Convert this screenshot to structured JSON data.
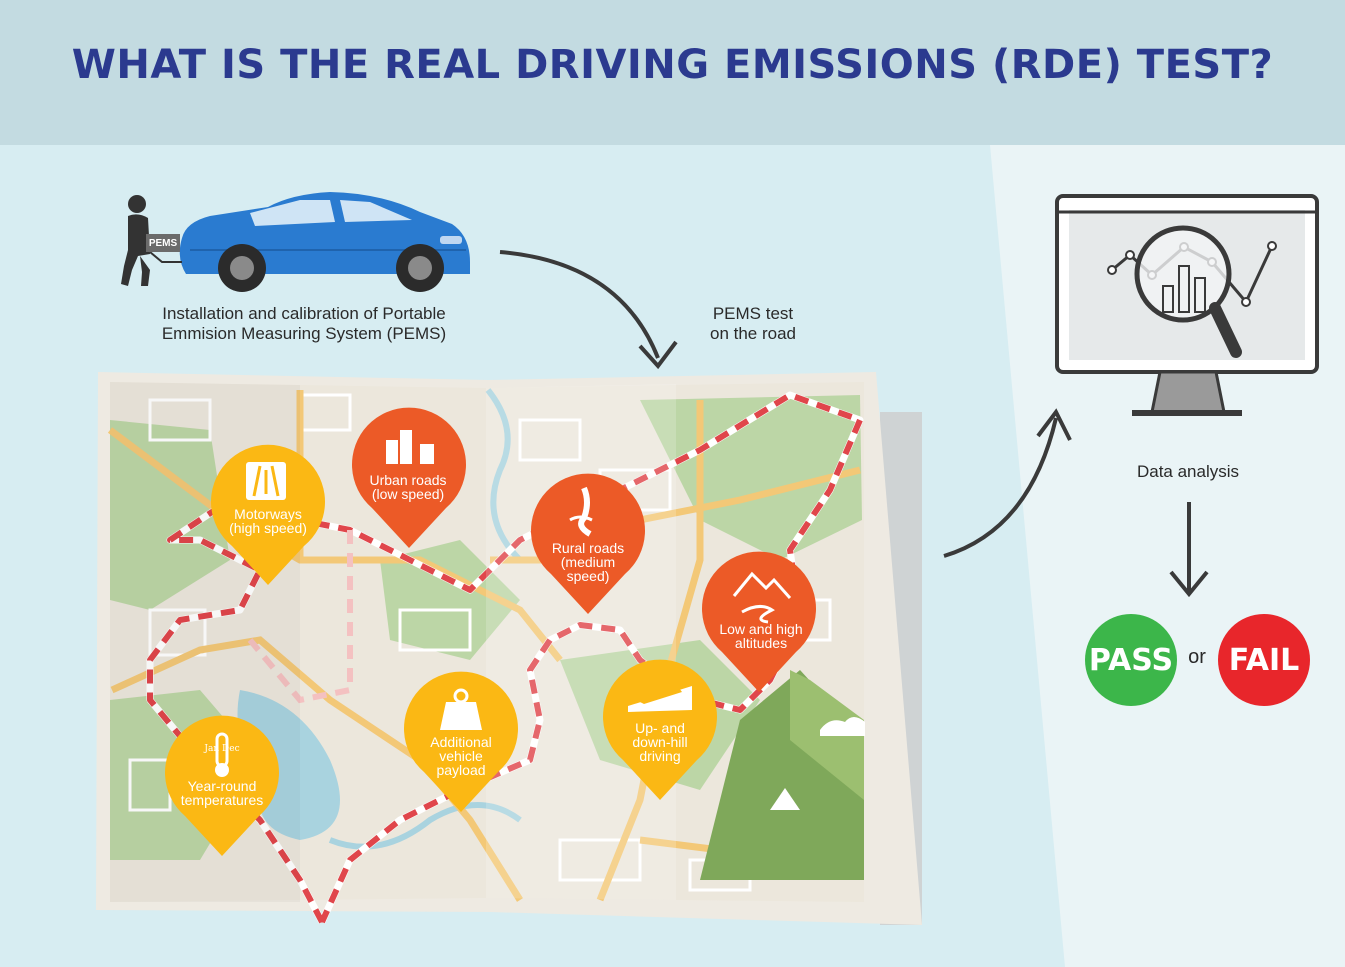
{
  "title": "WHAT IS THE REAL DRIVING EMISSIONS (RDE) TEST?",
  "colors": {
    "title": "#2b3a8f",
    "header_bg": "#c3dbe1",
    "body_bg": "#d7edf2",
    "right_bg": "#eaf4f6",
    "car": "#2a7bd0",
    "pin_yellow": "#fbb814",
    "pin_orange": "#ec5a27",
    "route": "#e0464b",
    "pass": "#3cb64a",
    "fail": "#e8262b"
  },
  "steps": {
    "installation": "Installation and calibration of Portable\nEmmision Measuring System (PEMS)",
    "pems_tag": "PEMS",
    "road_test": "PEMS test\non the road",
    "data_analysis": "Data analysis"
  },
  "pins": [
    {
      "label": "Motorways\n(high speed)",
      "color": "yellow",
      "icon": "motorway-icon"
    },
    {
      "label": "Urban roads\n(low speed)",
      "color": "orange",
      "icon": "city-icon"
    },
    {
      "label": "Rural roads\n(medium\nspeed)",
      "color": "orange",
      "icon": "winding-road-icon"
    },
    {
      "label": "Low and high\naltitudes",
      "color": "orange",
      "icon": "mountain-icon"
    },
    {
      "label": "Up- and\ndown-hill\ndriving",
      "color": "yellow",
      "icon": "car-slope-icon"
    },
    {
      "label": "Additional\nvehicle\npayload",
      "color": "yellow",
      "icon": "weight-icon"
    },
    {
      "label": "Year-round\ntemperatures",
      "color": "yellow",
      "icon": "thermometer-icon",
      "icon_text": "Jan Dec"
    }
  ],
  "result": {
    "pass": "PASS",
    "or": "or",
    "fail": "FAIL"
  }
}
